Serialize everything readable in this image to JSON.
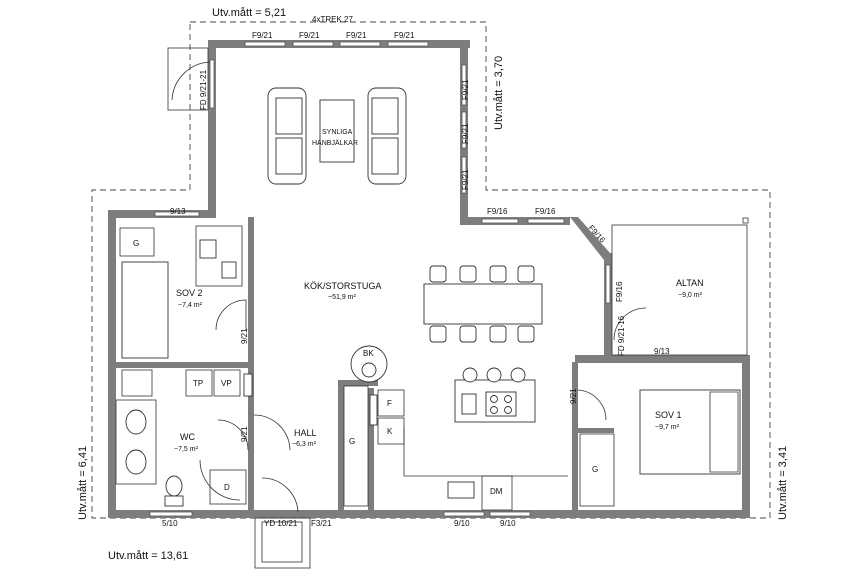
{
  "measurements": {
    "top": "Utv.mått = 5,21",
    "top_right": "Utv.mått = 3,70",
    "left": "Utv.mått = 6,41",
    "right": "Utv.mått = 3,41",
    "bottom": "Utv.mått = 13,61"
  },
  "truss": "4xTREK 27",
  "rooms": {
    "sov2": {
      "name": "SOV 2",
      "area": "~7,4 m²"
    },
    "kok": {
      "name": "KÖK/STORSTUGA",
      "area": "~51,9 m²"
    },
    "altan": {
      "name": "ALTAN",
      "area": "~9,0 m²"
    },
    "wc": {
      "name": "WC",
      "area": "~7,5 m²"
    },
    "hall": {
      "name": "HALL",
      "area": "~6,3 m²"
    },
    "sov1": {
      "name": "SOV 1",
      "area": "~9,7 m²"
    },
    "beams": [
      "SYNLIGA",
      "HANBJÄLKAR"
    ]
  },
  "fixtures": {
    "g1": "G",
    "g2": "G",
    "g3": "G",
    "tp": "TP",
    "vp": "VP",
    "d": "D",
    "bk": "BK",
    "f": "F",
    "k": "K",
    "dm": "DM"
  },
  "windows": {
    "top": [
      "F9/21",
      "F9/21",
      "F9/21",
      "F9/21"
    ],
    "right_upper": [
      "F9/21",
      "F9/21",
      "F9/21"
    ],
    "mid_right": [
      "F9/16",
      "F9/16"
    ],
    "angled": "F9/16",
    "altan_side": "F9/16",
    "fd_left": "FD 9/21-21",
    "fd_altan": "FD 9/21-16",
    "sov2_top": "9/13",
    "sov2_door": "9/21",
    "wc_door": "9/21",
    "sov1_door": "9/21",
    "altan_wall": "9/13",
    "bottom_left": "5/10",
    "front_door": "YD 10/21",
    "f3": "F3/21",
    "bottom_mid1": "9/10",
    "bottom_mid2": "9/10"
  }
}
